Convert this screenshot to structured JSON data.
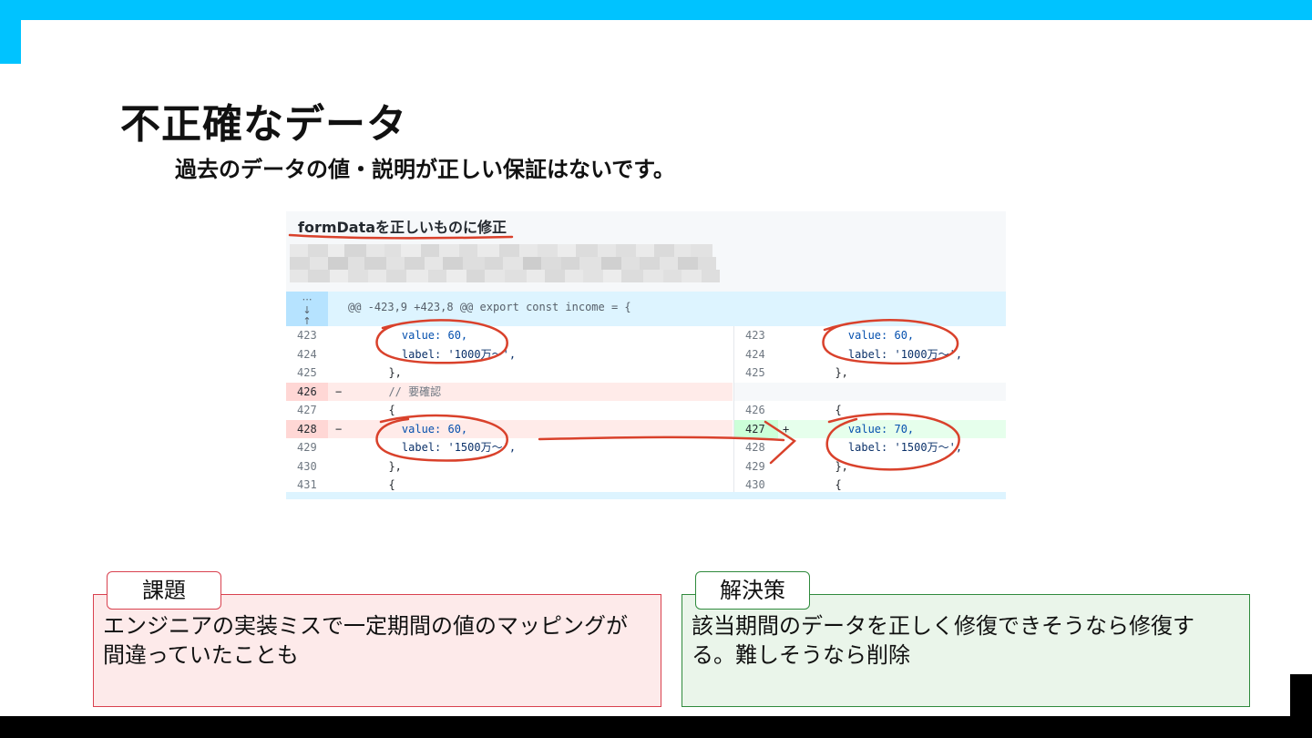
{
  "slide": {
    "title": "不正確なデータ",
    "subtitle": "過去のデータの値・説明が正しい保証はないです。"
  },
  "diff": {
    "commit_title": "formDataを正しいものに修正",
    "hunk_header": "@@ -423,9 +423,8 @@ export const income = {",
    "lines": [
      {
        "left_num": "423",
        "left_code": "value: 60,",
        "right_num": "423",
        "right_code": "value: 60,"
      },
      {
        "left_num": "424",
        "left_code": "label: '1000万〜',",
        "right_num": "424",
        "right_code": "label: '1000万〜',"
      },
      {
        "left_num": "425",
        "left_code": "},",
        "right_num": "425",
        "right_code": "},"
      },
      {
        "left_num": "426",
        "left_marker": "−",
        "left_code": "// 要確認",
        "right_num": "",
        "right_code": ""
      },
      {
        "left_num": "427",
        "left_code": "{",
        "right_num": "426",
        "right_code": "{"
      },
      {
        "left_num": "428",
        "left_marker": "−",
        "left_code": "value: 60,",
        "right_num": "427",
        "right_marker": "+",
        "right_code": "value: 70,"
      },
      {
        "left_num": "429",
        "left_code": "label: '1500万〜',",
        "right_num": "428",
        "right_code": "label: '1500万〜',"
      },
      {
        "left_num": "430",
        "left_code": "},",
        "right_num": "429",
        "right_code": "},"
      },
      {
        "left_num": "431",
        "left_code": "{",
        "right_num": "430",
        "right_code": "{"
      }
    ]
  },
  "issue": {
    "label": "課題",
    "text": "エンジニアの実装ミスで一定期間の値のマッピングが間違っていたことも"
  },
  "solution": {
    "label": "解決策",
    "text": "該当期間のデータを正しく修復できそうなら修復する。難しそうなら削除"
  },
  "colors": {
    "accent": "#00c3ff",
    "annotation_red": "#d9412b",
    "issue_border": "#d9414f",
    "solution_border": "#2f8a3c"
  }
}
